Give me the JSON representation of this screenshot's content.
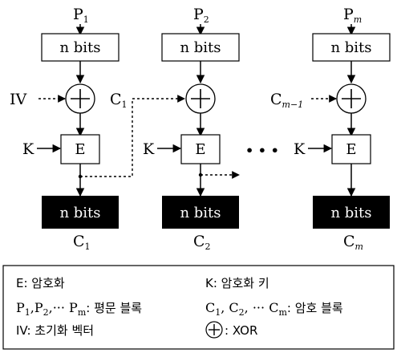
{
  "colors": {
    "line": "#000000",
    "block_fill": "#000000",
    "block_text": "#ffffff",
    "background": "#ffffff"
  },
  "columns": [
    {
      "plaintext": "P",
      "plaintext_sub": "1",
      "input_box": "n bits",
      "output_box": "n bits",
      "ciphertext": "C",
      "ciphertext_sub": "1",
      "cipher_label": "E"
    },
    {
      "plaintext": "P",
      "plaintext_sub": "2",
      "input_box": "n bits",
      "output_box": "n bits",
      "ciphertext": "C",
      "ciphertext_sub": "2",
      "cipher_label": "E"
    },
    {
      "plaintext": "P",
      "plaintext_sub": "m",
      "input_box": "n bits",
      "output_box": "n bits",
      "ciphertext": "C",
      "ciphertext_sub": "m",
      "cipher_label": "E"
    }
  ],
  "chain_inputs": {
    "iv": "IV",
    "c1": "C",
    "c1_sub": "1",
    "cm1": "C",
    "cm1_sub": "m−1"
  },
  "key_label": "K",
  "ellipsis": "• • •",
  "legend": {
    "e_def": "E: 암호화",
    "k_def": "K: 암호화 키",
    "p_text": ": 평문 블록",
    "c_text": ": 암호 블록",
    "iv_def": "IV: 초기화 벡터",
    "xor_def": ": XOR"
  }
}
